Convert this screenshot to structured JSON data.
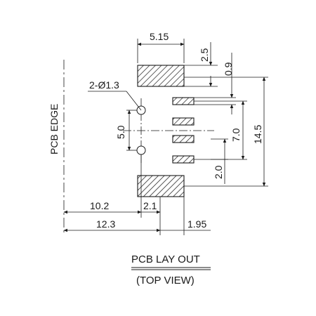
{
  "diagram": {
    "edge_label": "PCB EDGE",
    "title": "PCB LAY OUT",
    "subtitle": "(TOP VIEW)",
    "dimensions": {
      "pad_width": "5.15",
      "pad_height": "2.5",
      "signal_pad_width": "0.9",
      "holes": "2-Ø1.3",
      "hole_pitch": "5.0",
      "signal_span": "7.0",
      "overall_height": "14.5",
      "signal_pitch": "2.0",
      "edge_to_hole": "10.2",
      "pad_offset": "2.1",
      "edge_to_pad": "12.3",
      "signal_offset": "1.95"
    }
  }
}
